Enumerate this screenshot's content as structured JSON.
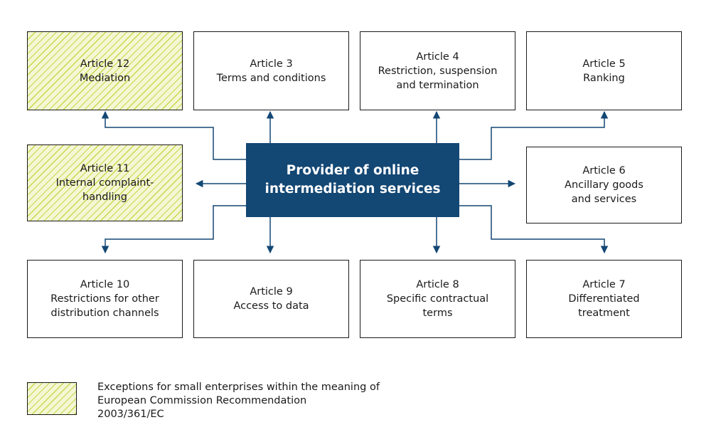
{
  "center": {
    "line1": "Provider of online",
    "line2": "intermediation services"
  },
  "articles": {
    "a12": {
      "title": "Article 12",
      "lines": [
        "Mediation"
      ]
    },
    "a3": {
      "title": "Article 3",
      "lines": [
        "Terms and conditions"
      ]
    },
    "a4": {
      "title": "Article 4",
      "lines": [
        "Restriction, suspension",
        "and termination"
      ]
    },
    "a5": {
      "title": "Article 5",
      "lines": [
        "Ranking"
      ]
    },
    "a11": {
      "title": "Article 11",
      "lines": [
        "Internal complaint-",
        "handling"
      ]
    },
    "a6": {
      "title": "Article 6",
      "lines": [
        "Ancillary goods",
        "and services"
      ]
    },
    "a10": {
      "title": "Article 10",
      "lines": [
        "Restrictions for other",
        "distribution channels"
      ]
    },
    "a9": {
      "title": "Article 9",
      "lines": [
        "Access to data"
      ]
    },
    "a8": {
      "title": "Article 8",
      "lines": [
        "Specific contractual",
        "terms"
      ]
    },
    "a7": {
      "title": "Article 7",
      "lines": [
        "Differentiated",
        "treatment"
      ]
    }
  },
  "legend": {
    "lines": [
      "Exceptions for small enterprises within the meaning of",
      "European Commission Recommendation",
      "2003/361/EC"
    ]
  },
  "colors": {
    "center_fill": "#134774",
    "connector": "#134774",
    "hatch": "#c9d84a",
    "hatch_bg": "#f3f7d4"
  }
}
